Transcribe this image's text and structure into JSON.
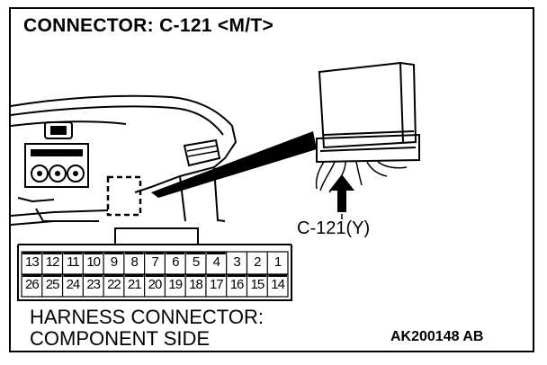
{
  "title": "CONNECTOR: C-121 <M/T>",
  "connector_label": "C-121(Y)",
  "caption_line1": "HARNESS CONNECTOR:",
  "caption_line2": "COMPONENT SIDE",
  "doc_code": "AK200148 AB",
  "pins_top": [
    "13",
    "12",
    "11",
    "10",
    "9",
    "8",
    "7",
    "6",
    "5",
    "4",
    "3",
    "2",
    "1"
  ],
  "pins_bottom": [
    "26",
    "25",
    "24",
    "23",
    "22",
    "21",
    "20",
    "19",
    "18",
    "17",
    "16",
    "15",
    "14"
  ],
  "pins_filled_top": [
    true,
    true,
    true,
    true,
    true,
    true,
    true,
    true,
    true,
    true,
    false,
    false,
    false
  ],
  "pins_filled_bottom": [
    true,
    true,
    true,
    true,
    true,
    true,
    true,
    true,
    true,
    true,
    true,
    true,
    true
  ]
}
